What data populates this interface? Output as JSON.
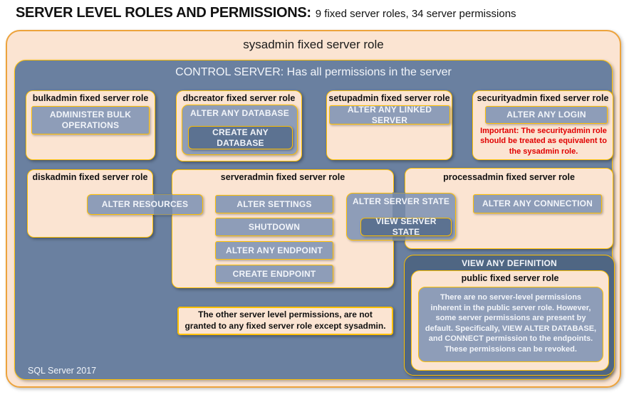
{
  "header": {
    "title": "SERVER LEVEL ROLES AND PERMISSIONS:",
    "subtitle": "9 fixed server roles, 34 server permissions"
  },
  "diagram": {
    "sysadmin_label": "sysadmin fixed server role",
    "control_server_label": "CONTROL SERVER: Has all permissions in the server",
    "footer": "SQL Server 2017",
    "note": "The other server level permissions, are not granted to any fixed server role except sysadmin.",
    "roles": {
      "bulkadmin": {
        "label": "bulkadmin fixed server role",
        "permission": "ADMINISTER BULK OPERATIONS"
      },
      "dbcreator": {
        "label": "dbcreator fixed server role",
        "outer_permission": "ALTER ANY DATABASE",
        "inner_permission": "CREATE ANY DATABASE"
      },
      "setupadmin": {
        "label": "setupadmin fixed server role",
        "permission": "ALTER ANY LINKED SERVER"
      },
      "securityadmin": {
        "label": "securityadmin fixed server role",
        "permission": "ALTER ANY LOGIN",
        "warning": "Important: The securityadmin role should be treated as equivalent to the sysadmin role."
      },
      "diskadmin": {
        "label": "diskadmin fixed server role",
        "permission": "ALTER RESOURCES"
      },
      "serveradmin": {
        "label": "serveradmin fixed server role",
        "permissions": [
          "ALTER SETTINGS",
          "SHUTDOWN",
          "ALTER ANY ENDPOINT",
          "CREATE ENDPOINT"
        ]
      },
      "serveradmin_processadmin_shared": {
        "outer_permission": "ALTER SERVER STATE",
        "inner_permission": "VIEW SERVER STATE"
      },
      "processadmin": {
        "label": "processadmin fixed server role",
        "permission": "ALTER ANY CONNECTION"
      },
      "public": {
        "container_permission": "VIEW ANY DEFINITION",
        "label": "public fixed server role",
        "description": "There are no server-level permissions inherent in the public server role. However, some server permissions are present by default. Specifically, VIEW ALTER DATABASE, and CONNECT permission to the endpoints. These permissions can be revoked."
      }
    },
    "colors": {
      "peach": "#FBE4D2",
      "slate_blue": "#6A80A0",
      "button_blue": "#8E9DB8",
      "dark_button_blue": "#5C7291",
      "dark_panel_blue": "#4F6683",
      "gold_border": "#FFC000",
      "orange_border": "#EDA33C",
      "warning_red": "#E00000"
    }
  }
}
